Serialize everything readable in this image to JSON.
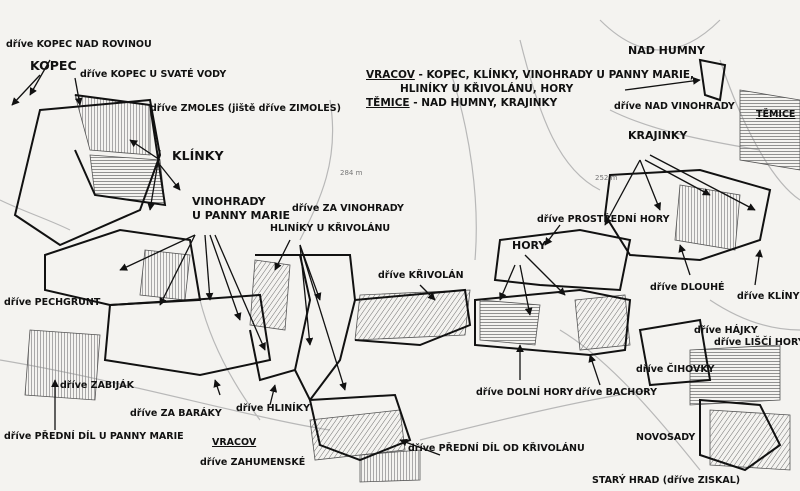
{
  "legend": {
    "vracov_key": "VRACOV",
    "vracov_text": " - KOPEC, KLÍNKY, VINOHRADY U PANNY MARIE,",
    "vracov_text2": "HLINÍKY U KŘIVOLÁNU, HORY",
    "temice_key": "TĚMICE",
    "temice_text": " - NAD HUMNY, KRAJINKY"
  },
  "places": {
    "kopec_nad_rovinou": "dříve KOPEC NAD ROVINOU",
    "kopec": "KOPEC",
    "kopec_svate_vody": "dříve KOPEC U SVATÉ VODY",
    "zmoles": "dříve ZMOLES (jiště dříve ZIMOLES)",
    "klinky": "KLÍNKY",
    "vinohrady_1": "VINOHRADY",
    "vinohrady_2": "U PANNY MARIE",
    "za_vinohrady": "dříve ZA VINOHRADY",
    "hliniky_krivolanu": "HLINÍKY U KŘIVOLÁNU",
    "krivolan": "dříve KŘIVOLÁN",
    "pechgrunt": "dříve PECHGRUNT",
    "zabijak": "dříve ZABIJÁK",
    "za_baraky": "dříve ZA BARÁKY",
    "hliniky": "dříve HLINÍKY",
    "predni_dil_panny_marie": "dříve PŘEDNÍ DÍL U PANNY MARIE",
    "vracov": "VRACOV",
    "zahumenske": "dříve ZAHUMENSKÉ",
    "predni_dil_krivolanu": "dříve PŘEDNÍ DÍL OD KŘIVOLÁNU",
    "hory": "HORY",
    "prostredni_hory": "dříve PROSTŘEDNÍ HORY",
    "dolni_hory": "dříve DOLNÍ HORY",
    "bachory": "dříve BACHORY",
    "nad_humny": "NAD HUMNY",
    "nad_vinohrady": "dříve NAD VINOHRADY",
    "temice": "TĚMICE",
    "krajinky": "KRAJINKY",
    "dlouhe": "dříve DLOUHÉ",
    "kliny": "dříve KLÍNY",
    "hajky": "dříve HÁJKY",
    "lisci_hory": "dříve LIŠČÍ HORY",
    "cihovky": "dříve ČIHOVKY",
    "novosady": "NOVOSADY",
    "stary_hrad": "STARÝ HRAD (dříve ZISKAL)"
  },
  "colors": {
    "ink": "#111111",
    "paper": "#f4f3f0",
    "hatch": "#8a8a8a"
  }
}
